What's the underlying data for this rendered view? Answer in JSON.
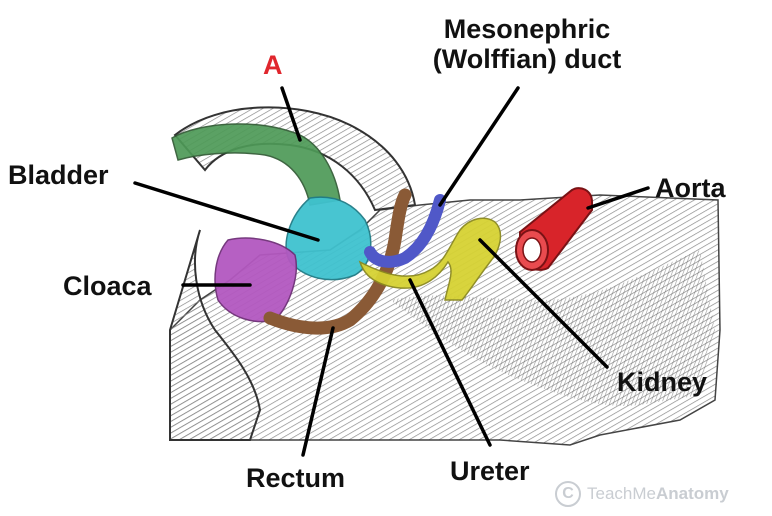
{
  "labels": {
    "a": "A",
    "mesonephric_line1": "Mesonephric",
    "mesonephric_line2": "(Wolffian) duct",
    "bladder": "Bladder",
    "aorta": "Aorta",
    "cloaca": "Cloaca",
    "kidney": "Kidney",
    "rectum": "Rectum",
    "ureter": "Ureter"
  },
  "watermark": {
    "symbol": "C",
    "brand_regular": "TeachMe",
    "brand_bold": "Anatomy"
  },
  "colors": {
    "label_a": "#e0262d",
    "structure_a": "#4e9a57",
    "bladder": "#3fc2cf",
    "cloaca": "#b358c0",
    "rectum": "#8a5a36",
    "mesonephric_duct": "#5058c8",
    "ureter_kidney": "#d6d233",
    "aorta": "#d8242a"
  }
}
